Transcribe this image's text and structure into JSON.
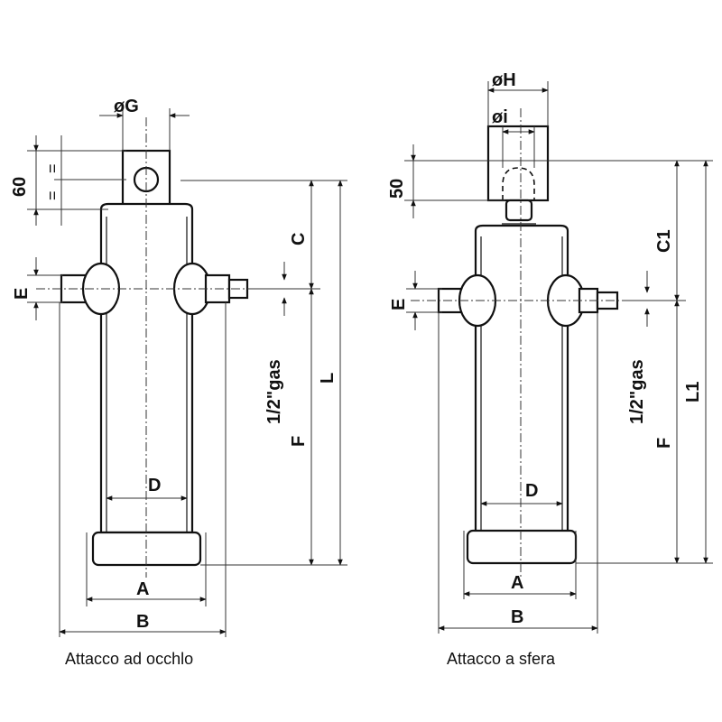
{
  "left_view": {
    "caption": "Attacco ad occhlo",
    "labels": {
      "G": "øG",
      "dim60": "60",
      "eq1": "=",
      "eq2": "=",
      "E": "E",
      "C": "C",
      "L": "L",
      "F": "F",
      "gas": "1/2\"gas",
      "D": "D",
      "A": "A",
      "B": "B"
    }
  },
  "right_view": {
    "caption": "Attacco a sfera",
    "labels": {
      "H": "øH",
      "i": "øi",
      "dim50": "50",
      "E": "E",
      "C1": "C1",
      "L1": "L1",
      "F": "F",
      "gas": "1/2\"gas",
      "D": "D",
      "A": "A",
      "B": "B"
    }
  }
}
